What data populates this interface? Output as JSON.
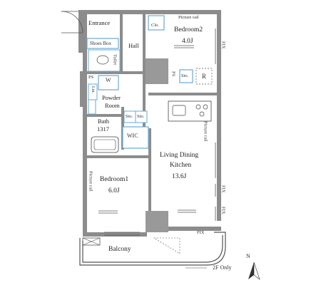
{
  "rooms": {
    "entrance": "Entrance",
    "shoes_box": "Shoes Box",
    "hall": "Hall",
    "toilet": "Toilet",
    "bedroom2": "Bedroom2",
    "bedroom2_size": "4.0J",
    "clo": "Clo.",
    "ps_top": "PS",
    "ps_mid": "PS",
    "sto_bed2": "Sto.",
    "r_mark": "R",
    "wm": "W",
    "linen": "Lin.",
    "powder_room_1": "Powder",
    "powder_room_2": "Room",
    "sto_a": "Sto.",
    "sto_b": "Sto.",
    "bath": "Bath",
    "bath_size": "1317",
    "wic": "WIC",
    "ldk_1": "Living Dining",
    "ldk_2": "Kitchen",
    "ldk_size": "13.6J",
    "bedroom1": "Bedroom1",
    "bedroom1_size": "6.0J",
    "balcony": "Balcony"
  },
  "notes": {
    "picture_rail_top": "Picture rail",
    "picture_rail_kitchen": "Picture rail",
    "picture_rail_bed1": "Picture rail",
    "fix_top": "FIX",
    "fix_mid": "FIX",
    "fix_low": "FIX",
    "fix_bottom": "FIX",
    "floor_note": "2F Only",
    "north": "N"
  },
  "colors": {
    "wall": "#8c8c8c",
    "line": "#444444",
    "accent": "#6aa8d6"
  }
}
